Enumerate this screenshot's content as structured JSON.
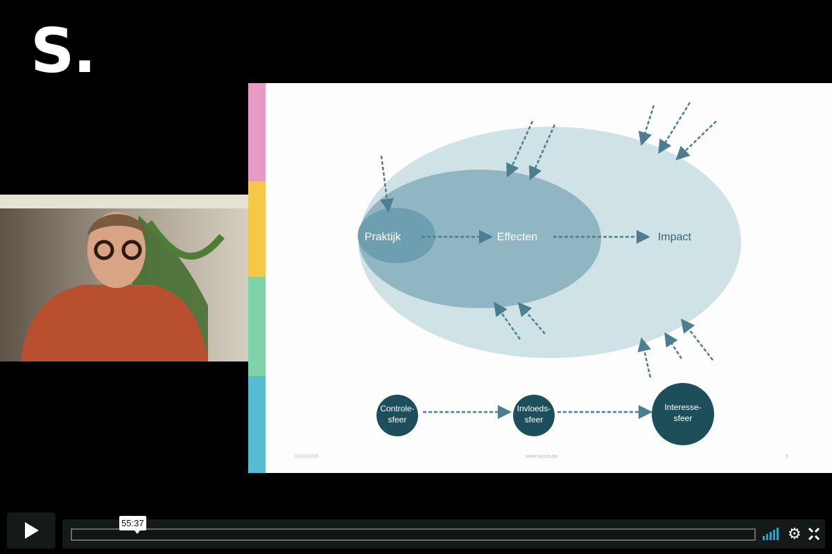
{
  "logo": "S.",
  "slide": {
    "nodes": {
      "praktijk": "Praktijk",
      "effecten": "Effecten",
      "impact": "Impact"
    },
    "spheres": [
      {
        "line1": "Controle-",
        "line2": "sfeer"
      },
      {
        "line1": "Invloeds-",
        "line2": "sfeer"
      },
      {
        "line1": "Interesse-",
        "line2": "sfeer"
      }
    ],
    "footer": {
      "date": "18/10/2019",
      "url": "www.socius.be",
      "page": "6"
    },
    "stripe_colors": [
      "#e89ac6",
      "#f5c84a",
      "#7fd3a8",
      "#56bcd3"
    ]
  },
  "player": {
    "timestamp": "55:37",
    "progress_percent": 0,
    "volume_color": "#1fa5c9"
  }
}
